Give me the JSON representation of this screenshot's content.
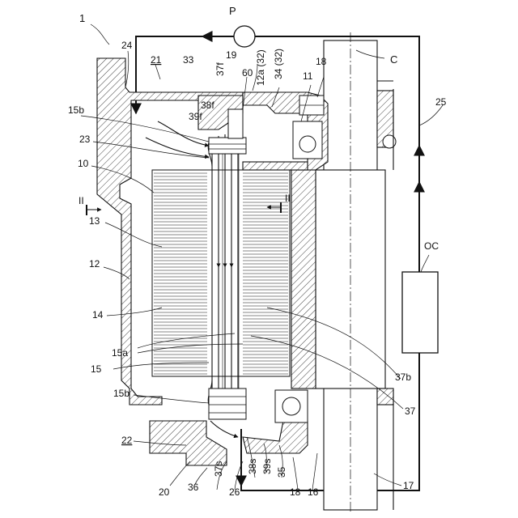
{
  "labels": {
    "assembly": "1",
    "pump": "P",
    "axis": "C",
    "housing_top": "24",
    "oil_space": "21",
    "ref_33": "33",
    "ref_37f": "37f",
    "ref_19": "19",
    "ref_60": "60",
    "ref_12a": "12a (32)",
    "ref_34": "34 (32)",
    "ref_11": "11",
    "ref_18_top": "18",
    "ref_15b_top": "15b",
    "ref_39f": "39f",
    "ref_38f": "38f",
    "ref_23": "23",
    "ref_10": "10",
    "section_left": "II",
    "section_right": "II",
    "ref_13": "13",
    "ref_12": "12",
    "ref_14": "14",
    "ref_15a": "15a",
    "ref_15": "15",
    "ref_15b_bot": "15b",
    "ref_22": "22",
    "ref_20": "20",
    "ref_36": "36",
    "ref_37s": "37s",
    "ref_26": "26",
    "ref_38s": "38s",
    "ref_39s": "39s",
    "ref_35": "35",
    "ref_18_bot": "18",
    "ref_16": "16",
    "ref_17": "17",
    "ref_25": "25",
    "cooler": "OC",
    "ref_37b": "37b",
    "ref_37": "37"
  }
}
